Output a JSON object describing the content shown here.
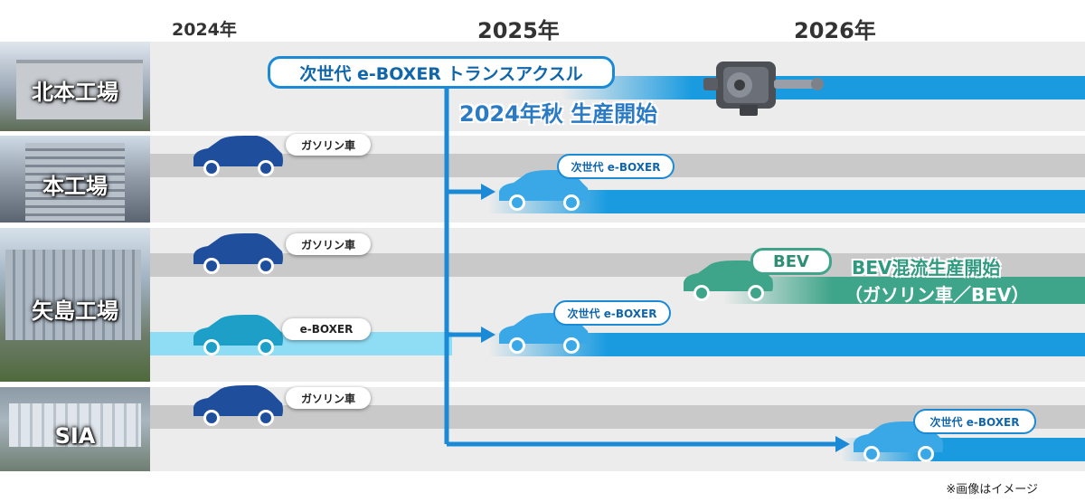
{
  "years": [
    "2024年",
    "2025年",
    "2026年"
  ],
  "factories": {
    "kitamoto": "北本工場",
    "hon": "本工場",
    "yajima": "矢島工場",
    "sia": "SIA"
  },
  "banner": {
    "title": "次世代 e-BOXER トランスアクスル",
    "start": "2024年秋 生産開始"
  },
  "tags": {
    "gasoline_hon": "ガソリン車",
    "gasoline_yajima": "ガソリン車",
    "eboxer_yajima": "e-BOXER",
    "gasoline_sia": "ガソリン車"
  },
  "next_gen": {
    "hon": "次世代 e-BOXER",
    "yajima": "次世代 e-BOXER",
    "sia": "次世代 e-BOXER"
  },
  "bev": {
    "tag": "BEV",
    "line1": "BEV混流生産開始",
    "line2": "（ガソリン車／BEV）"
  },
  "note": "※画像はイメージ",
  "colors": {
    "blue_band": "#1a9be0",
    "light_blue_band": "#8fdcf5",
    "gray_band": "#c9c9c9",
    "row_bg": "#ececec",
    "gasoline_car": "#1f4f9c",
    "eboxer_car": "#1e9fc8",
    "next_car": "#3aa8e6",
    "bev_car": "#3fa58a",
    "bev_band": "#3fa58a"
  }
}
